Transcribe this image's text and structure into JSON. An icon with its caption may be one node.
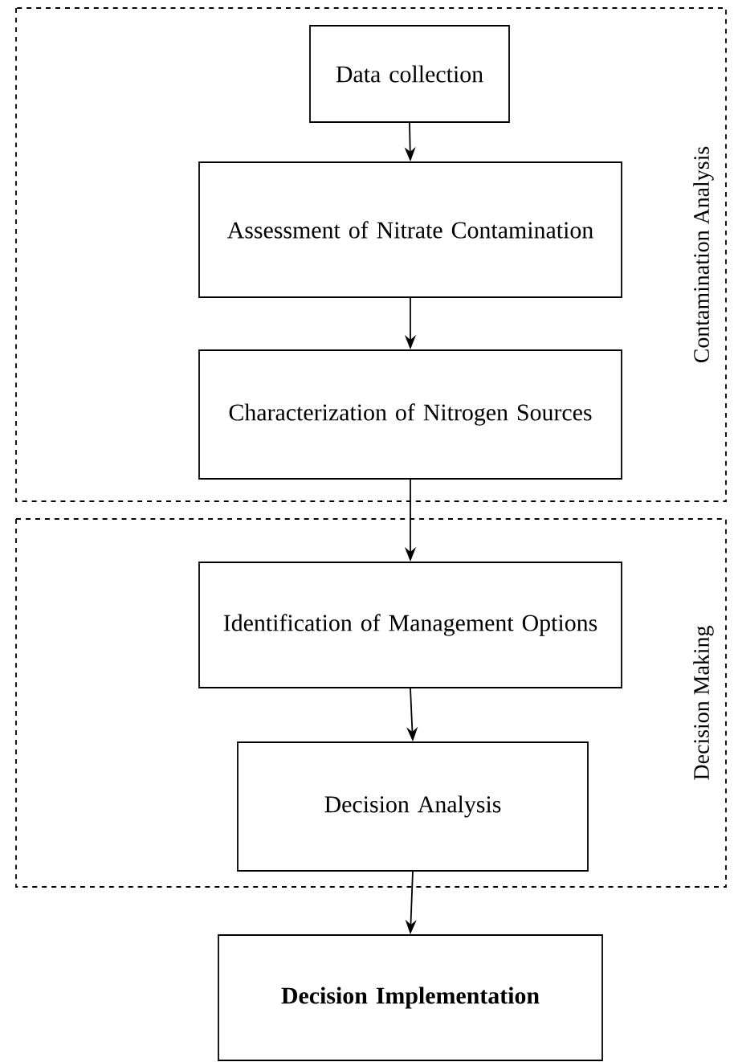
{
  "diagram": {
    "nodes": [
      {
        "text": [
          "Contamination Analysis"
        ]
      },
      {
        "text": [
          "Data collection"
        ],
        "in": 0
      },
      {
        "text": [
          "Assessment of Nitrate Contamination"
        ],
        "in": 0
      },
      {
        "text": [
          "Characterization of Nitrogen Sources"
        ],
        "in": 0
      },
      {
        "text": [
          "Decision Making"
        ]
      },
      {
        "text": [
          "Identification of Management Options"
        ],
        "in": 4
      },
      {
        "text": [
          "Decision Analysis"
        ],
        "in": 4
      },
      {
        "text": [
          "Decision Implementation"
        ]
      }
    ],
    "edges": [
      {
        "from": 1,
        "to": 2,
        "arrow": "to"
      },
      {
        "from": 2,
        "to": 3,
        "arrow": "to"
      },
      {
        "from": 3,
        "to": 5,
        "arrow": "to"
      },
      {
        "from": 5,
        "to": 6,
        "arrow": "to"
      },
      {
        "from": 6,
        "to": 7,
        "arrow": "to"
      }
    ]
  }
}
